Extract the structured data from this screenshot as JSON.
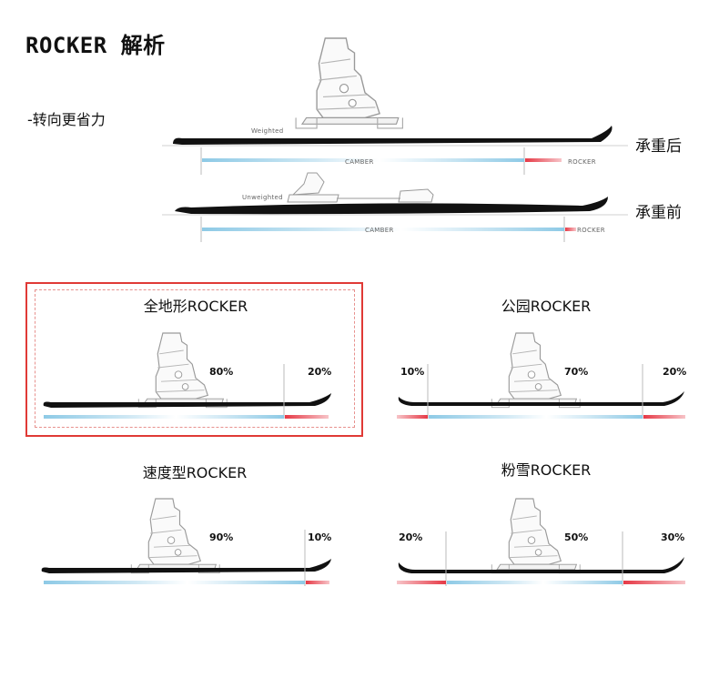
{
  "title": "ROCKER 解析",
  "subtitle": "-转向更省力",
  "top": {
    "weighted": {
      "tag": "Weighted",
      "camber_label": "CAMBER",
      "rocker_label": "ROCKER",
      "state": "承重后"
    },
    "unweighted": {
      "tag": "Unweighted",
      "camber_label": "CAMBER",
      "rocker_label": "ROCKER",
      "state": "承重前"
    }
  },
  "panels": [
    {
      "title": "全地形ROCKER",
      "rocker_profile": [
        null,
        0.8,
        0.2
      ],
      "labels": [
        "80%",
        "20%"
      ],
      "highlighted": true
    },
    {
      "title": "公园ROCKER",
      "rocker_profile": [
        0.1,
        0.7,
        0.2
      ],
      "labels": [
        "10%",
        "70%",
        "20%"
      ],
      "highlighted": false
    },
    {
      "title": "速度型ROCKER",
      "rocker_profile": [
        null,
        0.9,
        0.1
      ],
      "labels": [
        "90%",
        "10%"
      ],
      "highlighted": false
    },
    {
      "title": "粉雪ROCKER",
      "rocker_profile": [
        0.2,
        0.5,
        0.3
      ],
      "labels": [
        "20%",
        "50%",
        "30%"
      ],
      "highlighted": false
    }
  ],
  "colors": {
    "camber": "#8ecae6",
    "rocker": "#e63946",
    "highlight": "#e03a36"
  }
}
